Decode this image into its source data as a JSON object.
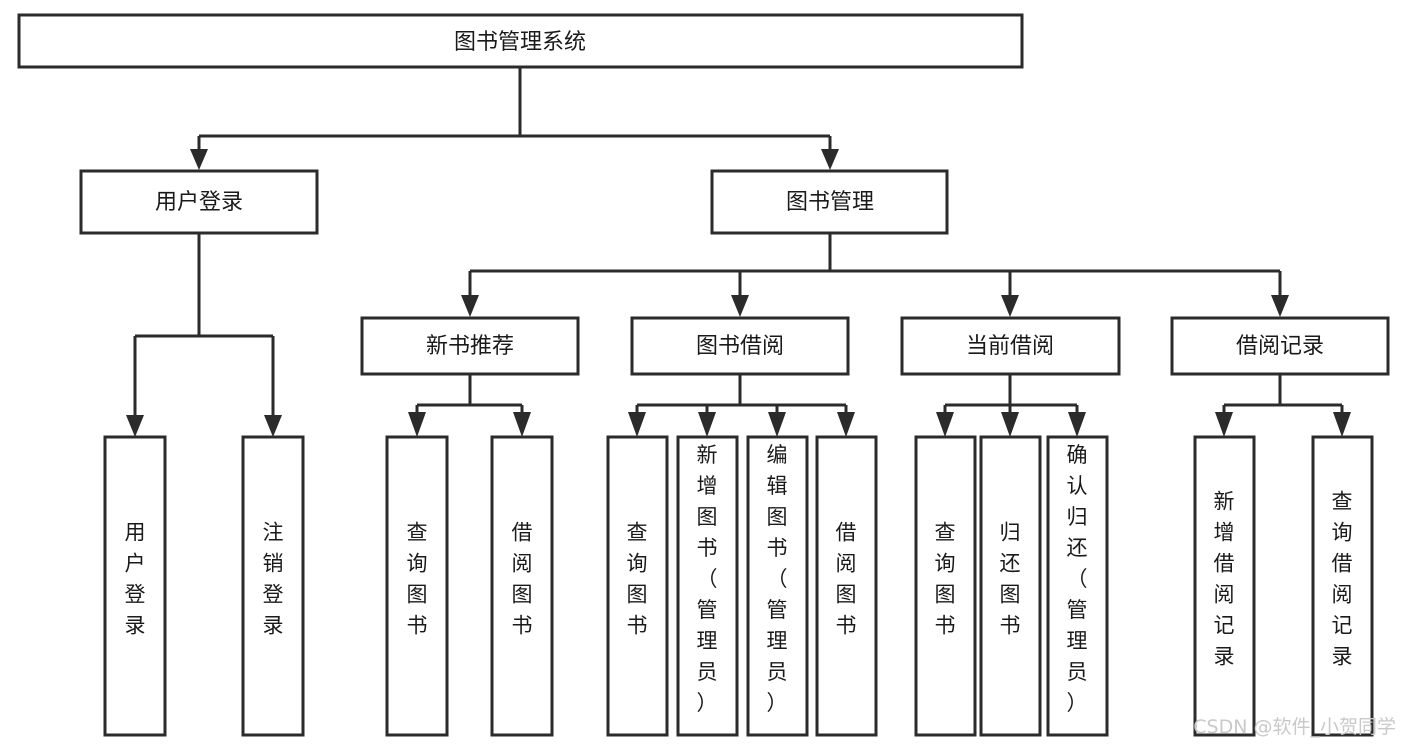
{
  "diagram": {
    "title": "图书管理系统",
    "type": "tree",
    "root": {
      "id": "root",
      "label": "图书管理系统",
      "orientation": "horizontal"
    },
    "level2": [
      {
        "id": "user-login",
        "label": "用户登录",
        "orientation": "horizontal"
      },
      {
        "id": "book-management",
        "label": "图书管理",
        "orientation": "horizontal"
      }
    ],
    "level3": [
      {
        "id": "new-book-recommend",
        "label": "新书推荐",
        "orientation": "horizontal",
        "parent": "book-management"
      },
      {
        "id": "book-borrow",
        "label": "图书借阅",
        "orientation": "horizontal",
        "parent": "book-management"
      },
      {
        "id": "current-borrow",
        "label": "当前借阅",
        "orientation": "horizontal",
        "parent": "book-management"
      },
      {
        "id": "borrow-record",
        "label": "借阅记录",
        "orientation": "horizontal",
        "parent": "book-management"
      }
    ],
    "leaves": [
      {
        "id": "leaf-user-login",
        "label": "用户登录",
        "orientation": "vertical",
        "parent": "user-login"
      },
      {
        "id": "leaf-logout",
        "label": "注销登录",
        "orientation": "vertical",
        "parent": "user-login"
      },
      {
        "id": "leaf-query-book-1",
        "label": "查询图书",
        "orientation": "vertical",
        "parent": "new-book-recommend"
      },
      {
        "id": "leaf-borrow-book-1",
        "label": "借阅图书",
        "orientation": "vertical",
        "parent": "new-book-recommend"
      },
      {
        "id": "leaf-query-book-2",
        "label": "查询图书",
        "orientation": "vertical",
        "parent": "book-borrow"
      },
      {
        "id": "leaf-add-book",
        "label": "新增图书（管理员）",
        "orientation": "vertical",
        "parent": "book-borrow"
      },
      {
        "id": "leaf-edit-book",
        "label": "编辑图书（管理员）",
        "orientation": "vertical",
        "parent": "book-borrow"
      },
      {
        "id": "leaf-borrow-book-2",
        "label": "借阅图书",
        "orientation": "vertical",
        "parent": "book-borrow"
      },
      {
        "id": "leaf-query-book-3",
        "label": "查询图书",
        "orientation": "vertical",
        "parent": "current-borrow"
      },
      {
        "id": "leaf-return-book",
        "label": "归还图书",
        "orientation": "vertical",
        "parent": "current-borrow"
      },
      {
        "id": "leaf-confirm-return",
        "label": "确认归还（管理员）",
        "orientation": "vertical",
        "parent": "current-borrow"
      },
      {
        "id": "leaf-add-record",
        "label": "新增借阅记录",
        "orientation": "vertical",
        "parent": "borrow-record"
      },
      {
        "id": "leaf-query-record",
        "label": "查询借阅记录",
        "orientation": "vertical",
        "parent": "borrow-record"
      }
    ],
    "colors": {
      "box_fill": "#ffffff",
      "box_stroke": "#2b2b2b",
      "text": "#1a1a1a",
      "background": "#ffffff",
      "watermark": "#c9c9c9"
    }
  },
  "watermark": {
    "text": "CSDN @软件_小贺同学"
  }
}
